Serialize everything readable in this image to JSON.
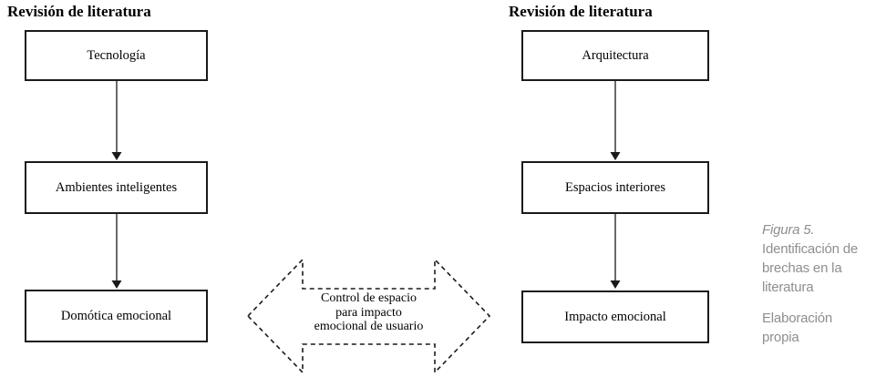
{
  "colors": {
    "line": "#1a1a1a",
    "text": "#000000",
    "caption_text": "#8e8e8e",
    "background": "#ffffff"
  },
  "left_flow": {
    "title": "Revisión de literatura",
    "boxes": [
      "Tecnología",
      "Ambientes inteligentes",
      "Domótica emocional"
    ]
  },
  "right_flow": {
    "title": "Revisión de literatura",
    "boxes": [
      "Arquitectura",
      "Espacios interiores",
      "Impacto emocional"
    ]
  },
  "center_connector": {
    "label_lines": [
      "Control de espacio",
      "para impacto",
      "emocional de usuario"
    ]
  },
  "caption": {
    "figure_label": "Figura 5.",
    "title_lines": [
      "Identificación de",
      "brechas en la",
      "literatura"
    ],
    "source_lines": [
      "Elaboración",
      "propia"
    ]
  }
}
